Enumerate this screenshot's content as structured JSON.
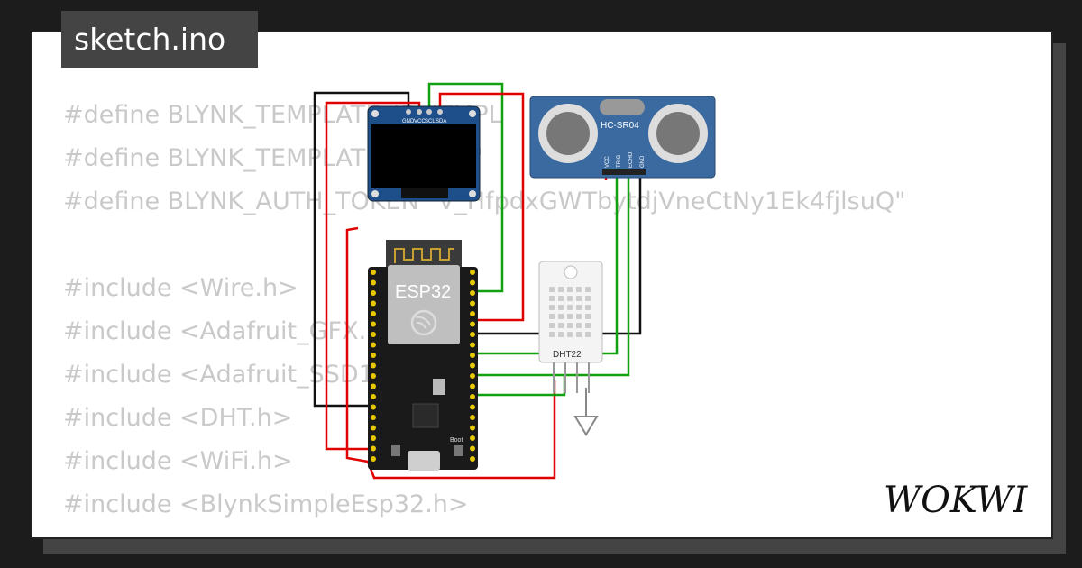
{
  "tab": {
    "title": "sketch.ino"
  },
  "code_lines": [
    "#define BLYNK_TEMPLATE_ID \"TMPL",
    "#define BLYNK_TEMPLATE_NAME \"",
    "#define BLYNK_AUTH_TOKEN \"V_HfpdxGWTbytdjVneCtNy1Ek4fjlsuQ\"",
    "",
    "#include <Wire.h>",
    "#include <Adafruit_GFX.h>",
    "#include <Adafruit_SSD1306.h>",
    "#include <DHT.h>",
    "#include <WiFi.h>",
    "#include <BlynkSimpleEsp32.h>"
  ],
  "components": {
    "oled": {
      "pins": [
        "GND",
        "VCC",
        "SCL",
        "SDA"
      ]
    },
    "esp32": {
      "label": "ESP32",
      "button_label": "Boot"
    },
    "ultrasonic": {
      "label": "HC-SR04",
      "pins": [
        "VCC",
        "TRIG",
        "ECHO",
        "GND"
      ]
    },
    "dht": {
      "label": "DHT22"
    }
  },
  "brand": {
    "name": "WOKWI"
  },
  "colors": {
    "wire_red": "#e00000",
    "wire_green": "#10a010",
    "wire_black": "#111111",
    "board": "#1a1a1a",
    "sensor_blue": "#3a6aa0"
  }
}
